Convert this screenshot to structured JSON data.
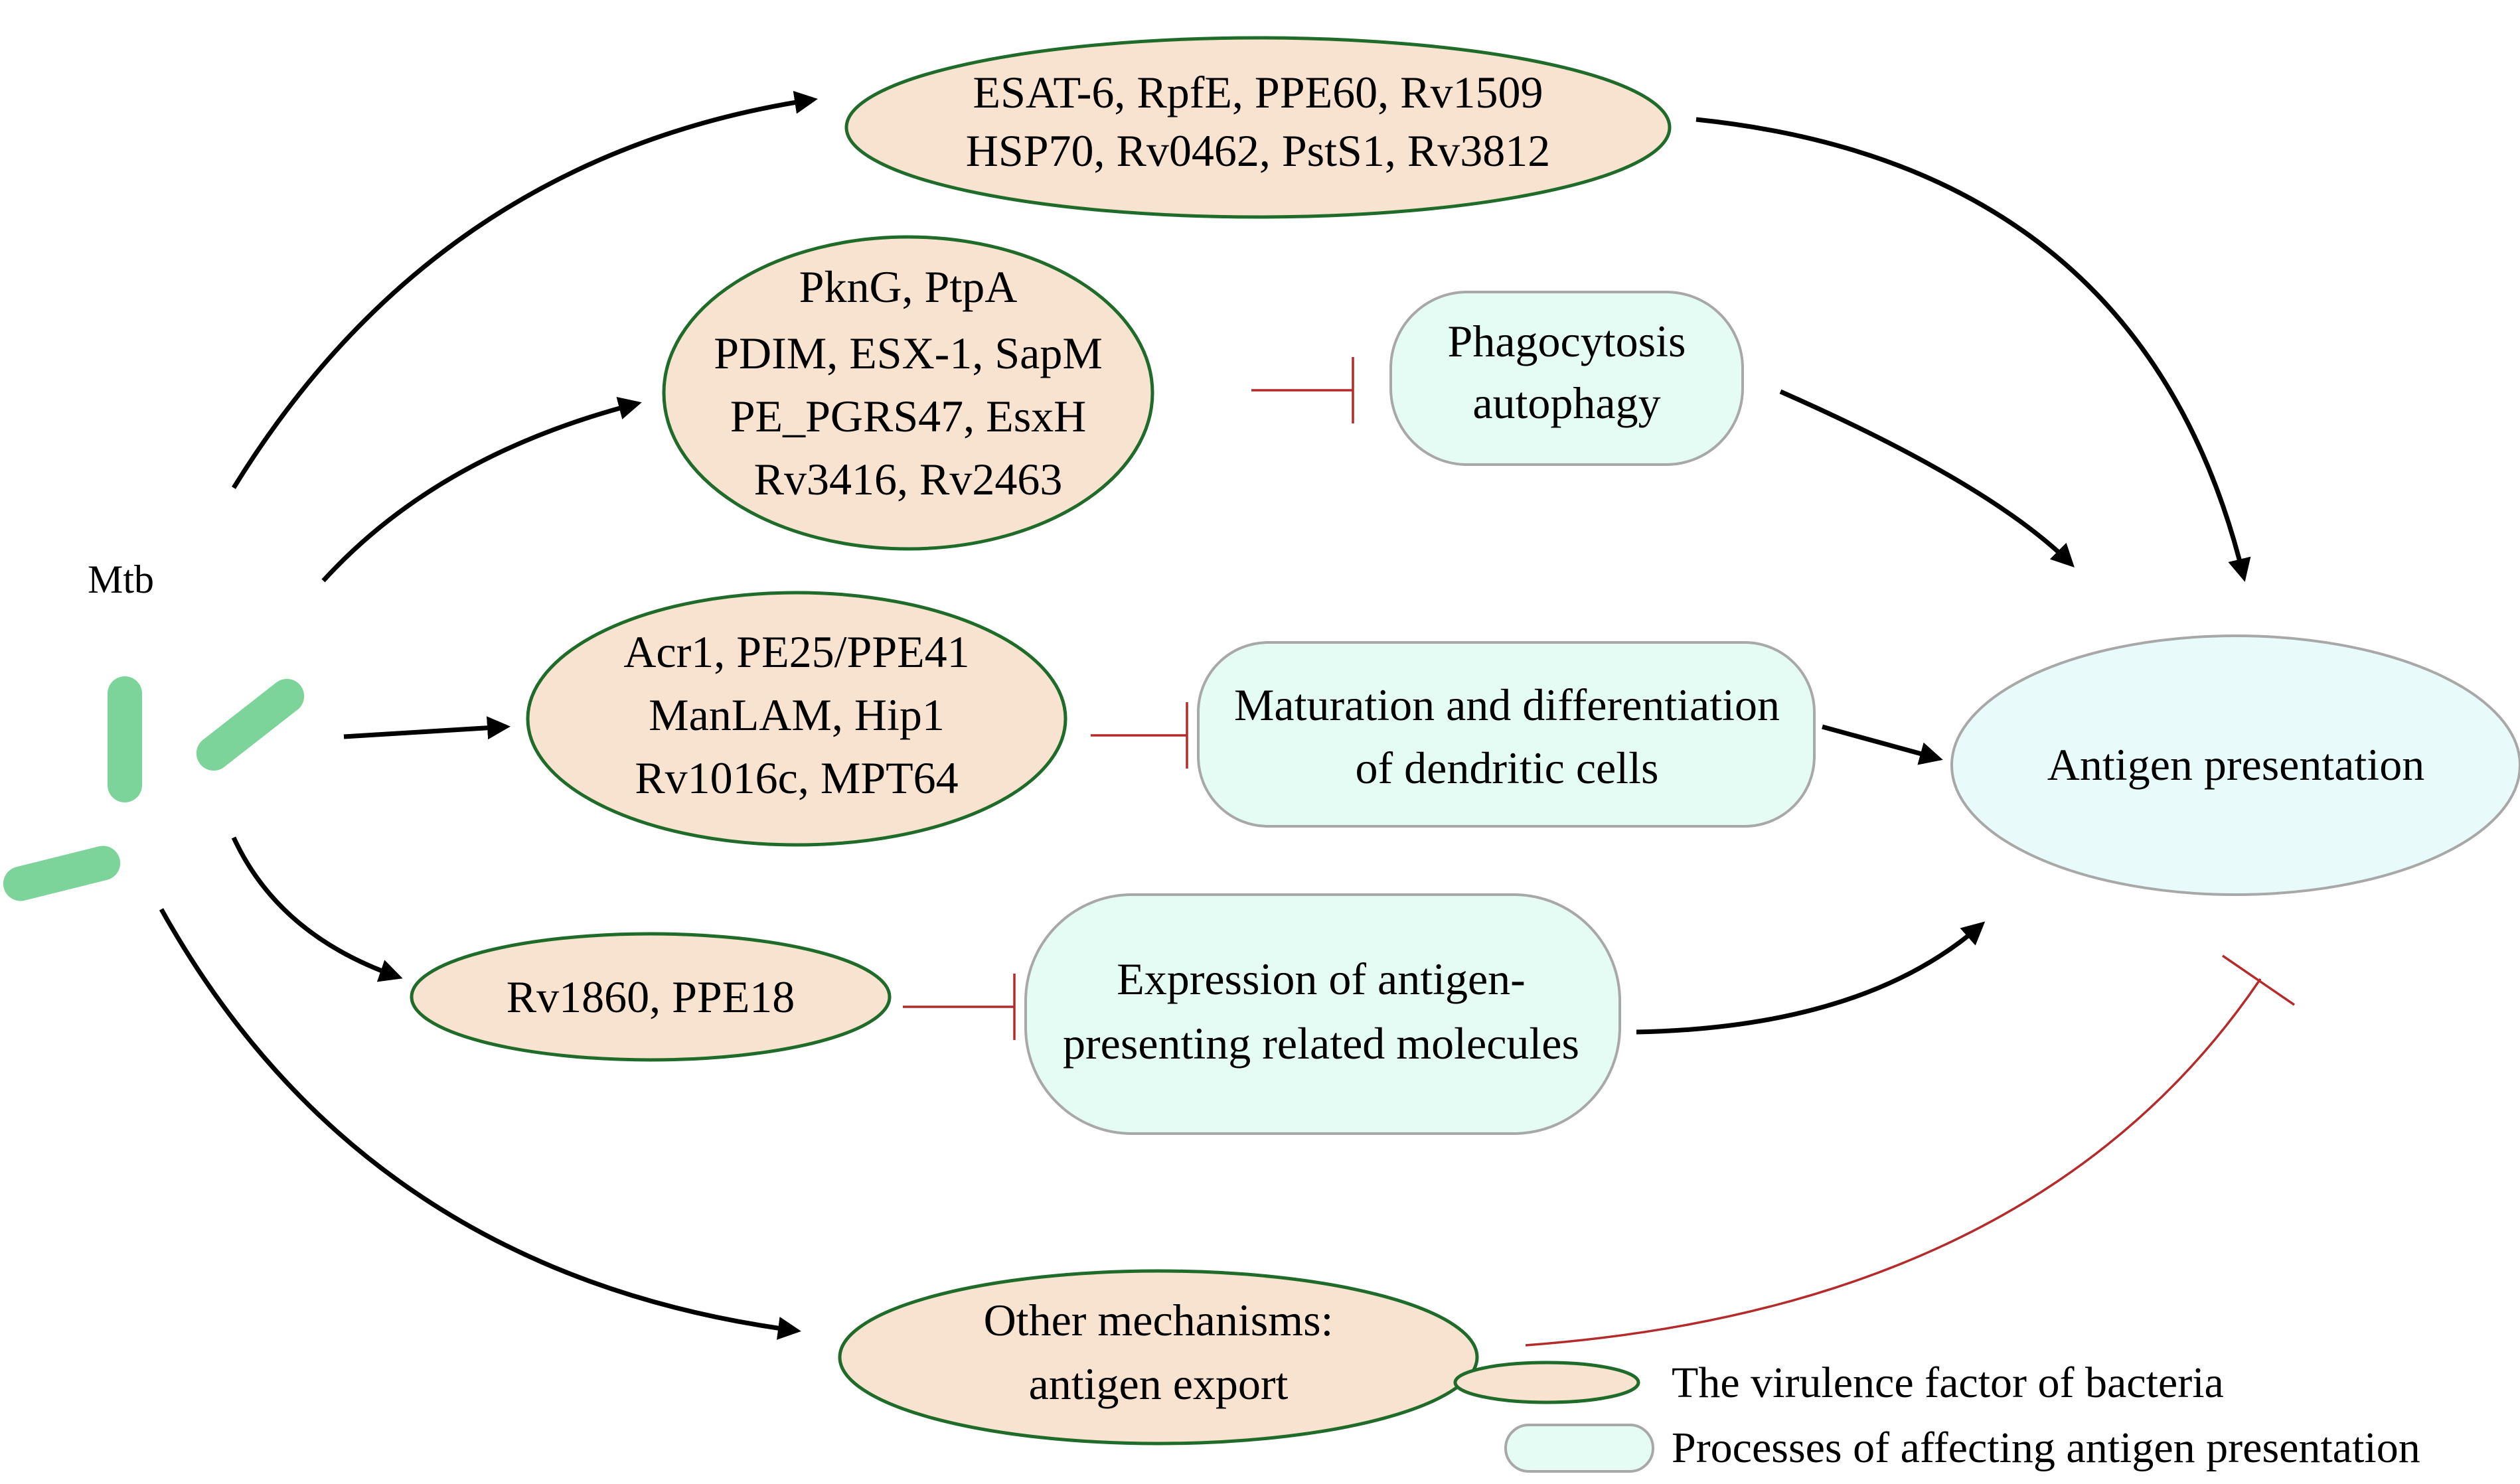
{
  "mtb_label": "Mtb",
  "nodes": {
    "factor_top": {
      "lines": [
        "ESAT-6, RpfE, PPE60, Rv1509",
        "HSP70, Rv0462, PstS1, Rv3812"
      ]
    },
    "factor_phago": {
      "lines": [
        "PknG, PtpA",
        "PDIM, ESX-1, SapM",
        "PE_PGRS47, EsxH",
        "Rv3416, Rv2463"
      ]
    },
    "factor_dc": {
      "lines": [
        "Acr1, PE25/PPE41",
        "ManLAM, Hip1",
        "Rv1016c, MPT64"
      ]
    },
    "factor_expr": {
      "lines": [
        "Rv1860, PPE18"
      ]
    },
    "factor_other": {
      "lines": [
        "Other mechanisms:",
        "antigen export"
      ]
    },
    "process_phago": {
      "lines": [
        "Phagocytosis",
        "autophagy"
      ]
    },
    "process_dc": {
      "lines": [
        "Maturation and differentiation",
        "of dendritic cells"
      ]
    },
    "process_expr": {
      "lines": [
        "Expression of antigen-",
        "presenting related molecules"
      ]
    },
    "antigen": {
      "lines": [
        "Antigen presentation"
      ]
    }
  },
  "legend": {
    "factor": "The virulence factor of bacteria",
    "process": "Processes of affecting antigen presentation"
  },
  "colors": {
    "factor_fill": "#f7e3cf",
    "factor_stroke": "#1f6b2a",
    "process_fill": "#e5fcf5",
    "antigen_fill": "#e8fbfa",
    "bacteria": "#7dd49a",
    "inhibition": "#b52a2a",
    "activation": "#000000"
  }
}
